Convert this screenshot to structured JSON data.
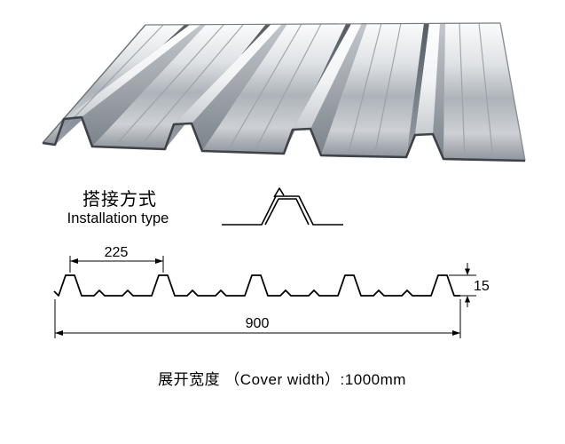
{
  "figure": {
    "lap_label_cn": "搭接方式",
    "lap_label_en": "Installation type",
    "caption": "展开宽度 （Cover width）:1000mm"
  },
  "dimensions": {
    "rib_spacing_mm": "225",
    "cover_width_mm": "900",
    "rib_height_mm": "15"
  },
  "colors": {
    "line": "#000000",
    "background": "#ffffff",
    "metal_highlight": "#ffffff",
    "metal_light": "#dfe2e5",
    "metal_mid": "#adb3b9",
    "metal_dark": "#565c63"
  }
}
